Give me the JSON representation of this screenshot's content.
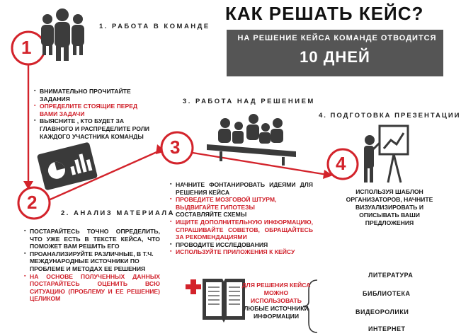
{
  "title": "КАК РЕШАТЬ КЕЙС?",
  "banner": {
    "subtitle": "НА РЕШЕНИЕ КЕЙСА КОМАНДЕ ОТВОДИТСЯ",
    "main": "10 ДНЕЙ"
  },
  "steps": {
    "s1": {
      "number": "1",
      "title": "1. РАБОТА В КОМАНДЕ",
      "items": [
        {
          "text": "ВНИМАТЕЛЬНО ПРОЧИТАЙТЕ ЗАДАНИЯ",
          "color": "dark"
        },
        {
          "text": "ОПРЕДЕЛИТЕ СТОЯЩИЕ ПЕРЕД ВАМИ ЗАДАЧИ",
          "color": "red"
        },
        {
          "text": "ВЫЯСНИТЕ , КТО БУДЕТ ЗА ГЛАВНОГО И РАСПРЕДЕЛИТЕ РОЛИ КАЖДОГО УЧАСТНИКА КОМАНДЫ",
          "color": "dark"
        }
      ]
    },
    "s2": {
      "number": "2",
      "title": "2. АНАЛИЗ МАТЕРИАЛА",
      "items": [
        {
          "text": "ПОСТАРАЙТЕСЬ ТОЧНО ОПРЕДЕЛИТЬ, ЧТО УЖЕ ЕСТЬ В ТЕКСТЕ КЕЙСА, ЧТО ПОМОЖЕТ ВАМ РЕШИТЬ ЕГО",
          "color": "dark"
        },
        {
          "text": "ПРОАНАЛИЗИРУЙТЕ РАЗЛИЧНЫЕ, В Т.Ч. МЕЖДУНАРОДНЫЕ ИСТОЧНИКИ ПО ПРОБЛЕМЕ И МЕТОДАХ ЕЕ РЕШЕНИЯ",
          "color": "dark"
        },
        {
          "text": "НА ОСНОВЕ ПОЛУЧЕННЫХ ДАННЫХ ПОСТАРАЙТЕСЬ ОЦЕНИТЬ ВСЮ СИТУАЦИЮ (ПРОБЛЕМУ И ЕЕ РЕШЕНИЕ) ЦЕЛИКОМ",
          "color": "red"
        }
      ]
    },
    "s3": {
      "number": "3",
      "title": "3. РАБОТА НАД РЕШЕНИЕМ",
      "items": [
        {
          "text": "НАЧНИТЕ ФОНТАНИРОВАТЬ ИДЕЯМИ ДЛЯ РЕШЕНИЯ КЕЙСА",
          "color": "dark"
        },
        {
          "text": "ПРОВЕДИТЕ МОЗГОВОЙ ШТУРМ, ВЫДВИГАЙТЕ ГИПОТЕЗЫ",
          "color": "red"
        },
        {
          "text": "СОСТАВЛЯЙТЕ СХЕМЫ",
          "color": "dark"
        },
        {
          "text": "ИЩИТЕ ДОПОЛНИТЕЛЬНУЮ ИНФОРМАЦИЮ, СПРАШИВАЙТЕ СОВЕТОВ, ОБРАЩАЙТЕСЬ ЗА РЕКОМЕНДАЦИЯМИ",
          "color": "red"
        },
        {
          "text": "ПРОВОДИТЕ ИССЛЕДОВАНИЯ",
          "color": "dark"
        },
        {
          "text": "ИСПОЛЬЗУЙТЕ ПРИЛОЖЕНИЯ К КЕЙСУ",
          "color": "red"
        }
      ]
    },
    "s4": {
      "number": "4",
      "title": "4. ПОДГОТОВКА ПРЕЗЕНТАЦИИ",
      "text": "ИСПОЛЬЗУЯ ШАБЛОН ОРГАНИЗАТОРОВ, НАЧНИТЕ ВИЗУАЛИЗИРОВАТЬ И ОПИСЫВАТЬ ВАШИ ПРЕДЛОЖЕНИЯ"
    }
  },
  "resources": {
    "red_line1": "ДЛЯ РЕШЕНИЯ КЕЙСА",
    "red_line2": "МОЖНО ИСПОЛЬЗОВАТЬ",
    "dark_line1": "ЛЮБЫЕ ИСТОЧНИКИ",
    "dark_line2": "ИНФОРМАЦИИ",
    "list": [
      "ЛИТЕРАТУРА",
      "БИБЛИОТЕКА",
      "ВИДЕОРОЛИКИ",
      "ИНТЕРНЕТ"
    ]
  },
  "colors": {
    "accent": "#d3232b",
    "banner": "#555555",
    "text": "#1a1a1a"
  }
}
